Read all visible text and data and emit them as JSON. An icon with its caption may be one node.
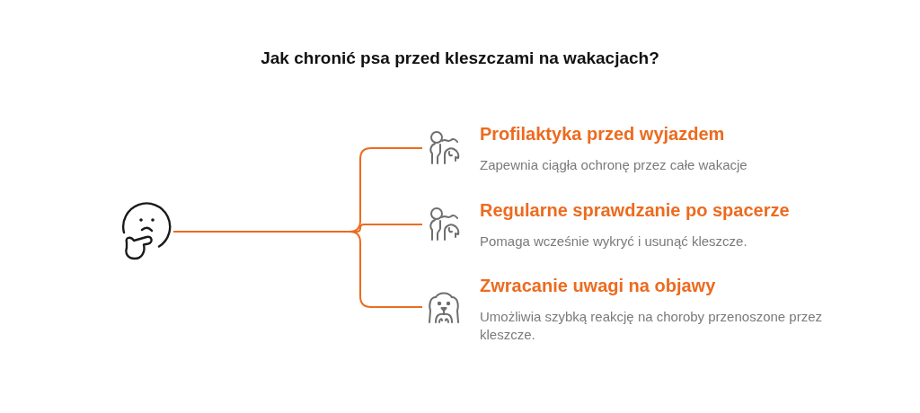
{
  "diagram": {
    "title": "Jak chronić psa przed kleszczami na wakacjach?",
    "nodes": [
      {
        "text": [],
        "shape": "picture"
      },
      {
        "text": [
          "Profilaktyka przed wyjazdem",
          "Zapewnia ciągła ochronę przez całe wakacje"
        ]
      },
      {
        "text": [
          "Regularne sprawdzanie po spacerze",
          "Pomaga wcześnie wykryć i usunąć kleszcze."
        ]
      },
      {
        "text": [
          "Zwracanie uwagi na objawy",
          "Umożliwia szybką reakcję na choroby przenoszone przez kleszcze."
        ]
      }
    ],
    "edges": [
      {
        "from": 0,
        "to": 1,
        "arrow": "none"
      },
      {
        "from": 0,
        "to": 2,
        "arrow": "none"
      },
      {
        "from": 0,
        "to": 3,
        "arrow": "none"
      }
    ]
  }
}
